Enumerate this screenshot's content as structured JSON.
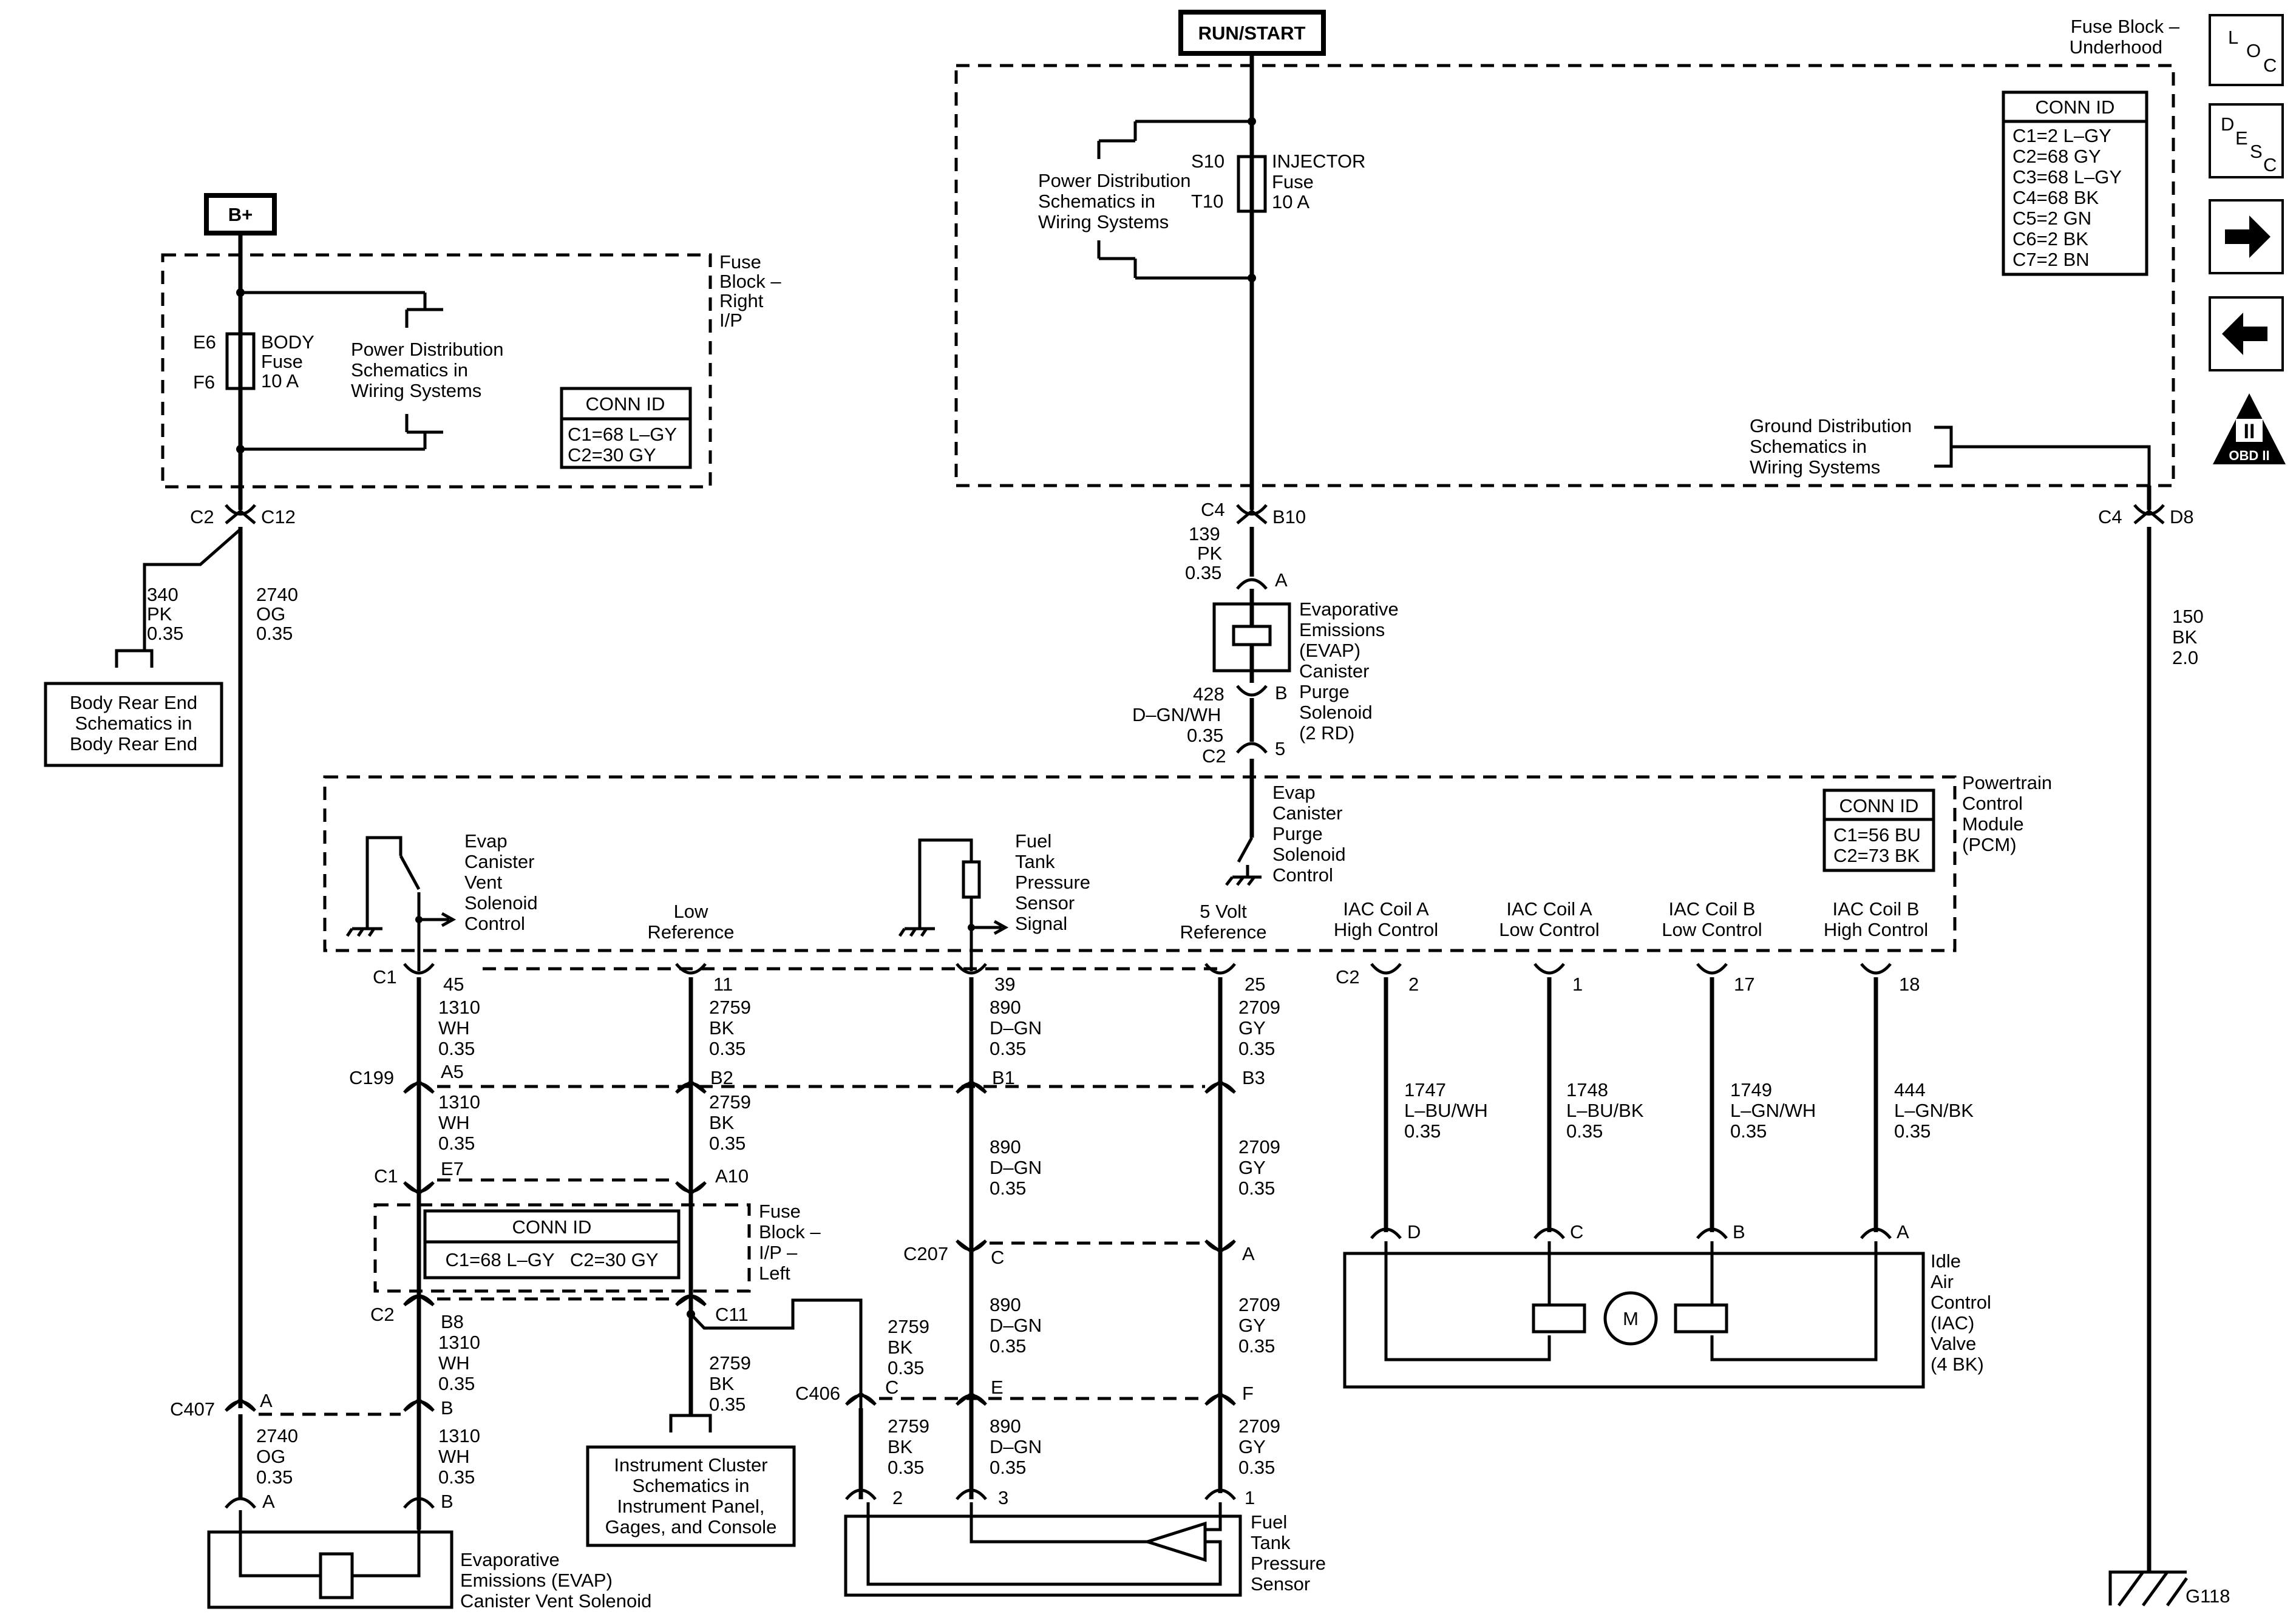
{
  "sources": {
    "bplus": "B+",
    "run_start": "RUN/START"
  },
  "nav": {
    "loc": [
      "L",
      "O",
      "C"
    ],
    "desc": [
      "D",
      "E",
      "S",
      "C"
    ],
    "obd": "OBD II",
    "obd_mark": "II"
  },
  "fuse_block_right": {
    "title": [
      "Fuse",
      "Block –",
      "Right",
      "I/P"
    ],
    "fuse": [
      "BODY",
      "Fuse",
      "10 A"
    ],
    "in_pin": "E6",
    "out_pin": "F6",
    "power_ref": [
      "Power Distribution",
      "Schematics in",
      "Wiring Systems"
    ],
    "conn_title": "CONN ID",
    "conn": [
      "C1=68 L–GY",
      "C2=30 GY"
    ]
  },
  "fuse_block_underhood": {
    "title": [
      "Fuse Block –",
      "Underhood"
    ],
    "fuse": [
      "INJECTOR",
      "Fuse",
      "10 A"
    ],
    "in_pin": "S10",
    "out_pin": "T10",
    "power_ref": [
      "Power Distribution",
      "Schematics in",
      "Wiring Systems"
    ],
    "ground_ref": [
      "Ground Distribution",
      "Schematics in",
      "Wiring Systems"
    ],
    "conn_title": "CONN ID",
    "conn": [
      "C1=2 L–GY",
      "C2=68 GY",
      "C3=68 L–GY",
      "C4=68 BK",
      "C5=2 GN",
      "C6=2 BK",
      "C7=2 BN"
    ]
  },
  "fuse_block_left": {
    "title": [
      "Fuse",
      "Block –",
      "I/P –",
      "Left"
    ],
    "conn_title": "CONN ID",
    "conn": "C1=68 L–GY   C2=30 GY"
  },
  "body_rear_ref": [
    "Body Rear End",
    "Schematics in",
    "Body Rear End"
  ],
  "instrument_ref": [
    "Instrument Cluster",
    "Schematics in",
    "Instrument Panel,",
    "Gages, and Console"
  ],
  "evap_purge": [
    "Evaporative",
    "Emissions",
    "(EVAP)",
    "Canister",
    "Purge",
    "Solenoid",
    "(2 RD)"
  ],
  "pcm": {
    "title": [
      "Powertrain",
      "Control",
      "Module",
      "(PCM)"
    ],
    "conn_title": "CONN ID",
    "conn": [
      "C1=56 BU",
      "C2=73 BK"
    ],
    "purge_ctrl": [
      "Evap",
      "Canister",
      "Purge",
      "Solenoid",
      "Control"
    ],
    "vent_ctrl": [
      "Evap",
      "Canister",
      "Vent",
      "Solenoid",
      "Control"
    ],
    "low_ref": [
      "Low",
      "Reference"
    ],
    "ftp_signal": [
      "Fuel",
      "Tank",
      "Pressure",
      "Sensor",
      "Signal"
    ],
    "five_volt": [
      "5 Volt",
      "Reference"
    ],
    "iac_a_high": [
      "IAC Coil A",
      "High Control"
    ],
    "iac_a_low": [
      "IAC Coil A",
      "Low Control"
    ],
    "iac_b_low": [
      "IAC Coil B",
      "Low Control"
    ],
    "iac_b_high": [
      "IAC Coil B",
      "High Control"
    ]
  },
  "iac_valve": {
    "label": [
      "Idle",
      "Air",
      "Control",
      "(IAC)",
      "Valve",
      "(4 BK)"
    ],
    "motor": "M"
  },
  "ftp_sensor": [
    "Fuel",
    "Tank",
    "Pressure",
    "Sensor"
  ],
  "evap_vent": [
    "Evaporative",
    "Emissions (EVAP)",
    "Canister Vent Solenoid"
  ],
  "ground": "G118",
  "connectors": {
    "c2": "C2",
    "c12": "C12",
    "c4": "C4",
    "b10": "B10",
    "d8": "D8",
    "pin_a": "A",
    "pin_b": "B",
    "pin_c": "C",
    "pin_d": "D",
    "pin_e": "E",
    "pin_f": "F",
    "c2_5": "5",
    "c1": "C1",
    "c199": "C199",
    "c207": "C207",
    "c406": "C406",
    "c407": "C407",
    "p45": "45",
    "p11": "11",
    "p39": "39",
    "p25": "25",
    "p2": "2",
    "p1": "1",
    "p17": "17",
    "p18": "18",
    "a5": "A5",
    "b2": "B2",
    "b1": "B1",
    "b3": "B3",
    "e7": "E7",
    "a10": "A10",
    "b8": "B8",
    "c11": "C11",
    "s2": "2",
    "s3": "3",
    "s1": "1"
  },
  "wires": {
    "w340": [
      "340",
      "PK",
      "0.35"
    ],
    "w2740": [
      "2740",
      "OG",
      "0.35"
    ],
    "w139": [
      "139",
      "PK",
      "0.35"
    ],
    "w428": [
      "428",
      "D–GN/WH",
      "0.35"
    ],
    "w150": [
      "150",
      "BK",
      "2.0"
    ],
    "w1310": [
      "1310",
      "WH",
      "0.35"
    ],
    "w2759": [
      "2759",
      "BK",
      "0.35"
    ],
    "w890": [
      "890",
      "D–GN",
      "0.35"
    ],
    "w2709": [
      "2709",
      "GY",
      "0.35"
    ],
    "w1747": [
      "1747",
      "L–BU/WH",
      "0.35"
    ],
    "w1748": [
      "1748",
      "L–BU/BK",
      "0.35"
    ],
    "w1749": [
      "1749",
      "L–GN/WH",
      "0.35"
    ],
    "w444": [
      "444",
      "L–GN/BK",
      "0.35"
    ]
  }
}
